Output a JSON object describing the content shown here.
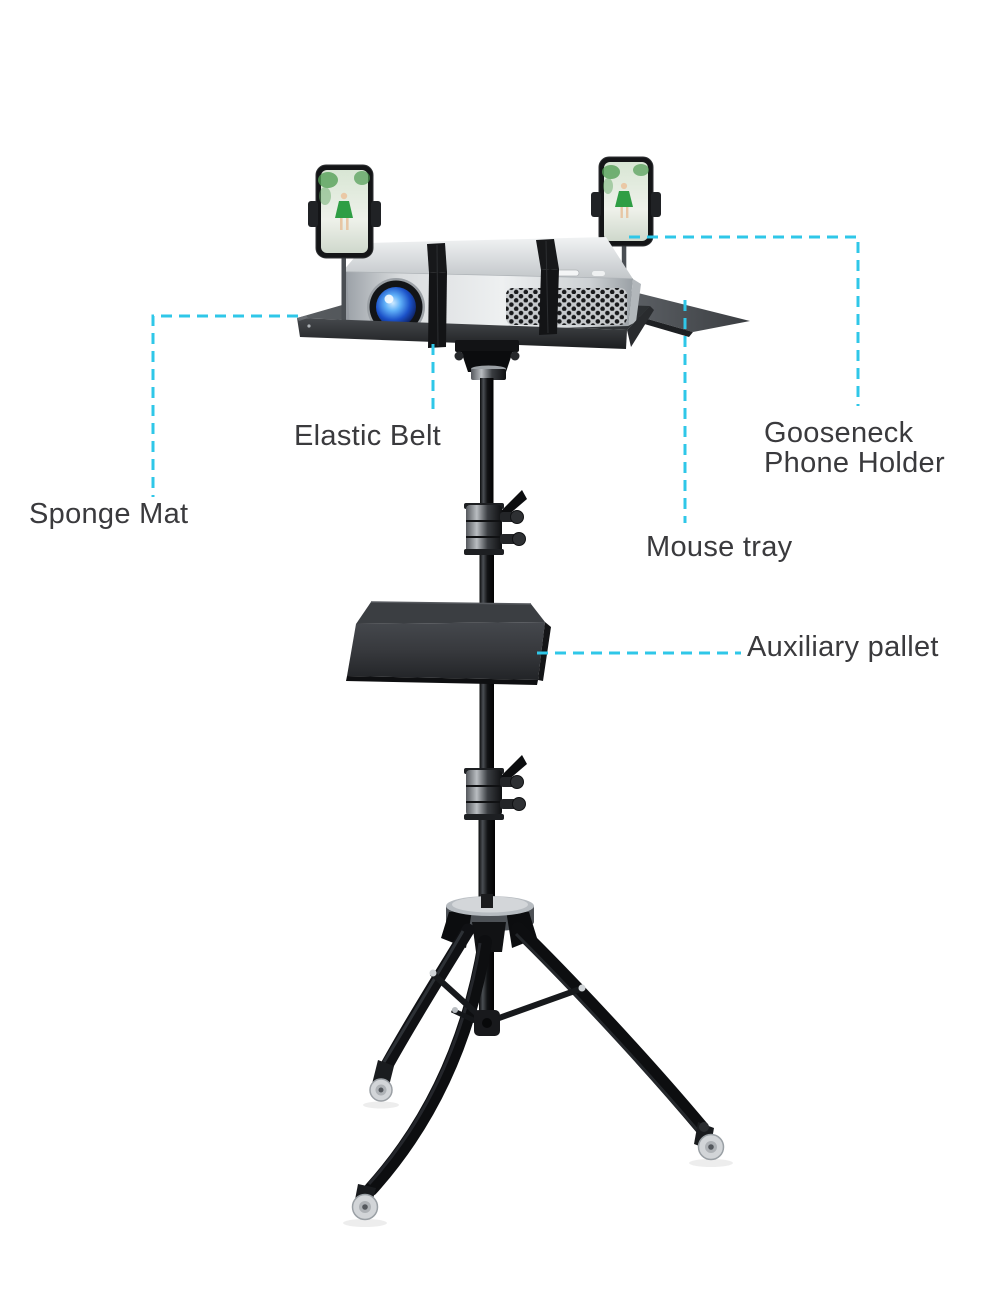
{
  "title": "Projector tripod stand feature callout diagram",
  "colors": {
    "background": "#ffffff",
    "accent": "#2fc7e8",
    "label_text": "#3a3a3d",
    "stand_black": "#121316",
    "projector_silver": "#d9dcde",
    "lens_blue": "#3f8df0"
  },
  "callouts": {
    "elastic_belt": {
      "label": "Elastic Belt"
    },
    "gooseneck_phone_holder": {
      "label_line1": "Gooseneck",
      "label_line2": "Phone Holder"
    },
    "sponge_mat": {
      "label": "Sponge Mat"
    },
    "mouse_tray": {
      "label": "Mouse tray"
    },
    "auxiliary_pallet": {
      "label": "Auxiliary pallet"
    }
  },
  "illustration_parts": [
    "phone-holder-left",
    "phone-holder-right",
    "projector",
    "elastic-belt-straps",
    "sponge-mat-tray",
    "mouse-tray",
    "tilt-bracket",
    "tripod-pole",
    "height-adjust-clamp-upper",
    "auxiliary-pallet",
    "height-adjust-clamp-lower",
    "tripod-hub",
    "tripod-legs",
    "caster-wheels"
  ]
}
